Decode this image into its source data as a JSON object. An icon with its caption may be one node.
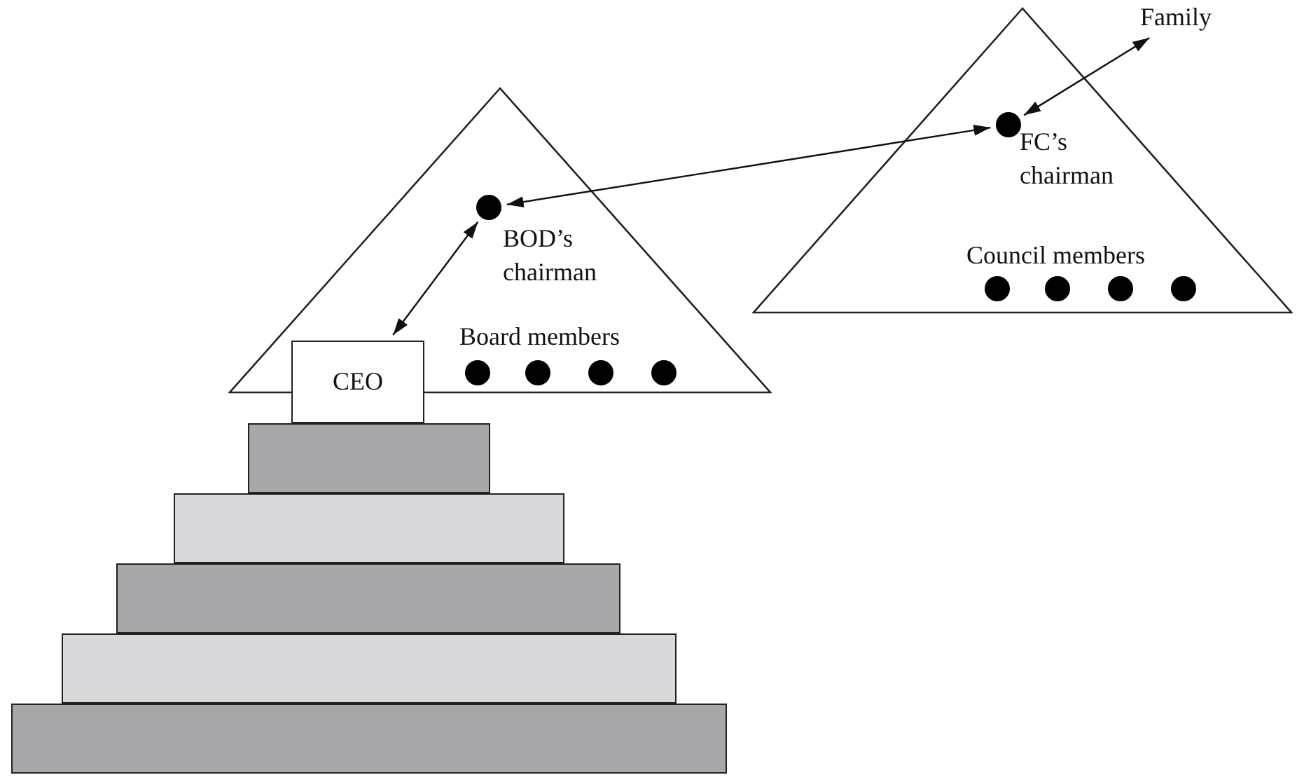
{
  "diagram": {
    "nodes": [
      {
        "text": [
          "Board members"
        ]
      },
      {
        "text": [],
        "shape": "circle",
        "in": 0,
        "beside": [
          "BOD’s chairman"
        ]
      },
      {
        "text": [],
        "shape": "circle",
        "in": 0
      },
      {
        "text": [],
        "shape": "circle",
        "in": 0
      },
      {
        "text": [],
        "shape": "circle",
        "in": 0
      },
      {
        "text": [],
        "shape": "circle",
        "in": 0
      },
      {
        "text": [
          "CEO"
        ]
      },
      {
        "text": [
          "Council members"
        ]
      },
      {
        "text": [],
        "shape": "circle",
        "in": 7,
        "beside": [
          "FC’s chairman"
        ]
      },
      {
        "text": [],
        "shape": "circle",
        "in": 7
      },
      {
        "text": [],
        "shape": "circle",
        "in": 7
      },
      {
        "text": [],
        "shape": "circle",
        "in": 7
      },
      {
        "text": [],
        "shape": "circle",
        "in": 7
      },
      {
        "text": [
          "Family"
        ]
      },
      {
        "text": [],
        "shape": "bar"
      },
      {
        "text": [],
        "shape": "bar"
      },
      {
        "text": [],
        "shape": "bar"
      },
      {
        "text": [],
        "shape": "bar"
      },
      {
        "text": [],
        "shape": "bar"
      }
    ],
    "edges": [
      {
        "from": 1,
        "to": 8,
        "arrow": "both"
      },
      {
        "from": 6,
        "to": 1,
        "arrow": "both"
      },
      {
        "from": 8,
        "to": 13,
        "arrow": "both"
      }
    ]
  }
}
